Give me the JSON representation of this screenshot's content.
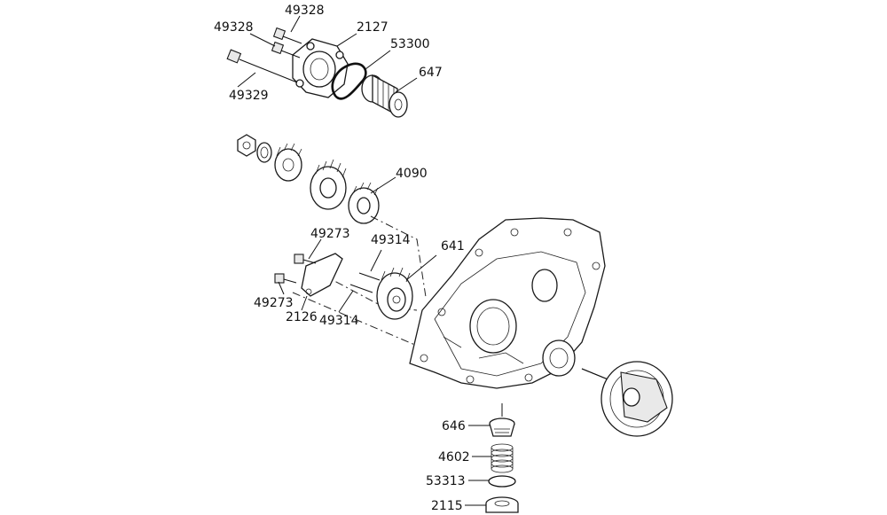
{
  "labels": {
    "p49328a": "49328",
    "p49328b": "49328",
    "p2127": "2127",
    "p53300": "53300",
    "p647": "647",
    "p49329": "49329",
    "p4090": "4090",
    "p49273a": "49273",
    "p49314a": "49314",
    "p641": "641",
    "p49273b": "49273",
    "p2126": "2126",
    "p49314b": "49314",
    "p646": "646",
    "p4602": "4602",
    "p53313": "53313",
    "p2115": "2115"
  }
}
